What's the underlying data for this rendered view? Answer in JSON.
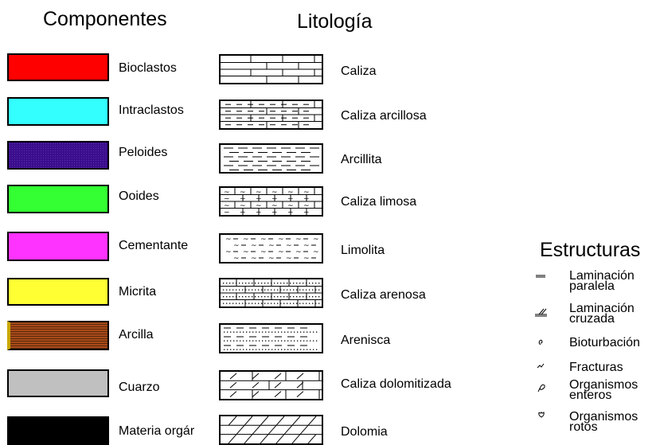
{
  "titles": {
    "componentes": "Componentes",
    "litologia": "Litología",
    "estructuras": "Estructuras"
  },
  "componentes": [
    {
      "label": "Bioclastos",
      "color": "#ff0000"
    },
    {
      "label": "Intraclastos",
      "color": "#33ffff"
    },
    {
      "label": "Peloides",
      "color": "#3a0d8c"
    },
    {
      "label": "Ooides",
      "color": "#33ff33"
    },
    {
      "label": "Cementante",
      "color": "#ff33ff"
    },
    {
      "label": "Micrita",
      "color": "#ffff33"
    },
    {
      "label": "Arcilla",
      "color": "#a84a1a"
    },
    {
      "label": "Cuarzo",
      "color": "#c0c0c0"
    },
    {
      "label": "Materia orgár",
      "color": "#000000"
    }
  ],
  "litologia": [
    {
      "label": "Caliza",
      "pattern": "limestone"
    },
    {
      "label": "Caliza arcillosa",
      "pattern": "clayey-limestone"
    },
    {
      "label": "Arcillita",
      "pattern": "claystone"
    },
    {
      "label": "Caliza limosa",
      "pattern": "silty-limestone"
    },
    {
      "label": "Limolita",
      "pattern": "siltstone"
    },
    {
      "label": "Caliza arenosa",
      "pattern": "sandy-limestone"
    },
    {
      "label": "Arenisca",
      "pattern": "sandstone"
    },
    {
      "label": "Caliza dolomitizada",
      "pattern": "dolomitized-limestone"
    },
    {
      "label": "Dolomia",
      "pattern": "dolomite"
    }
  ],
  "estructuras": [
    {
      "line1": "Laminación",
      "line2": "paralela",
      "icon": "parallel-lamination-icon"
    },
    {
      "line1": "Laminación",
      "line2": "cruzada",
      "icon": "cross-lamination-icon"
    },
    {
      "line1": "Bioturbación",
      "line2": "",
      "icon": "bioturbation-icon"
    },
    {
      "line1": "Fracturas",
      "line2": "",
      "icon": "fractures-icon"
    },
    {
      "line1": "Organismos",
      "line2": "enteros",
      "icon": "whole-organisms-icon"
    },
    {
      "line1": "Organismos",
      "line2": "rotos",
      "icon": "broken-organisms-icon"
    }
  ]
}
